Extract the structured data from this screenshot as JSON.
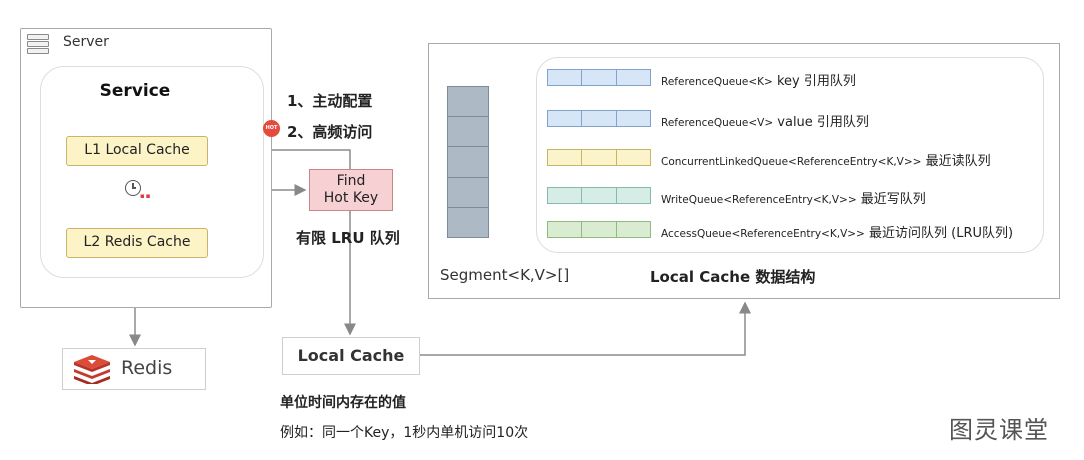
{
  "server": {
    "label": "Server",
    "service_title": "Service",
    "l1_cache": "L1 Local Cache",
    "l2_cache": "L2 Redis Cache"
  },
  "redis": {
    "label": "Redis"
  },
  "steps": {
    "step1": "1、主动配置",
    "step2": "2、高频访问",
    "hot_badge": "HOT"
  },
  "hot_key": {
    "line1": "Find",
    "line2": "Hot Key"
  },
  "lru_label": "有限 LRU 队列",
  "local_cache": {
    "label": "Local Cache",
    "note_title": "单位时间内存在的值",
    "note_example": "例如：同一个Key，1秒内单机访问10次"
  },
  "structure": {
    "segment_label": "Segment<K,V>[]",
    "title": "Local Cache 数据结构",
    "queues": [
      {
        "type": "ReferenceQueue<K>",
        "desc": " key 引用队列",
        "fill": "#d6e6f7",
        "border": "#7fa3cc"
      },
      {
        "type": "ReferenceQueue<V>",
        "desc": " value 引用队列",
        "fill": "#d6e6f7",
        "border": "#7fa3cc"
      },
      {
        "type": "ConcurrentLinkedQueue<ReferenceEntry<K,V>>",
        "desc": " 最近读队列",
        "fill": "#fbf3c9",
        "border": "#c9b566"
      },
      {
        "type": "WriteQueue<ReferenceEntry<K,V>>",
        "desc": " 最近写队列",
        "fill": "#d5ede6",
        "border": "#86bba8"
      },
      {
        "type": "AccessQueue<ReferenceEntry<K,V>>",
        "desc": " 最近访问队列 (LRU队列)",
        "fill": "#d9ecd2",
        "border": "#8fbb80"
      }
    ]
  },
  "watermark": "图灵课堂"
}
